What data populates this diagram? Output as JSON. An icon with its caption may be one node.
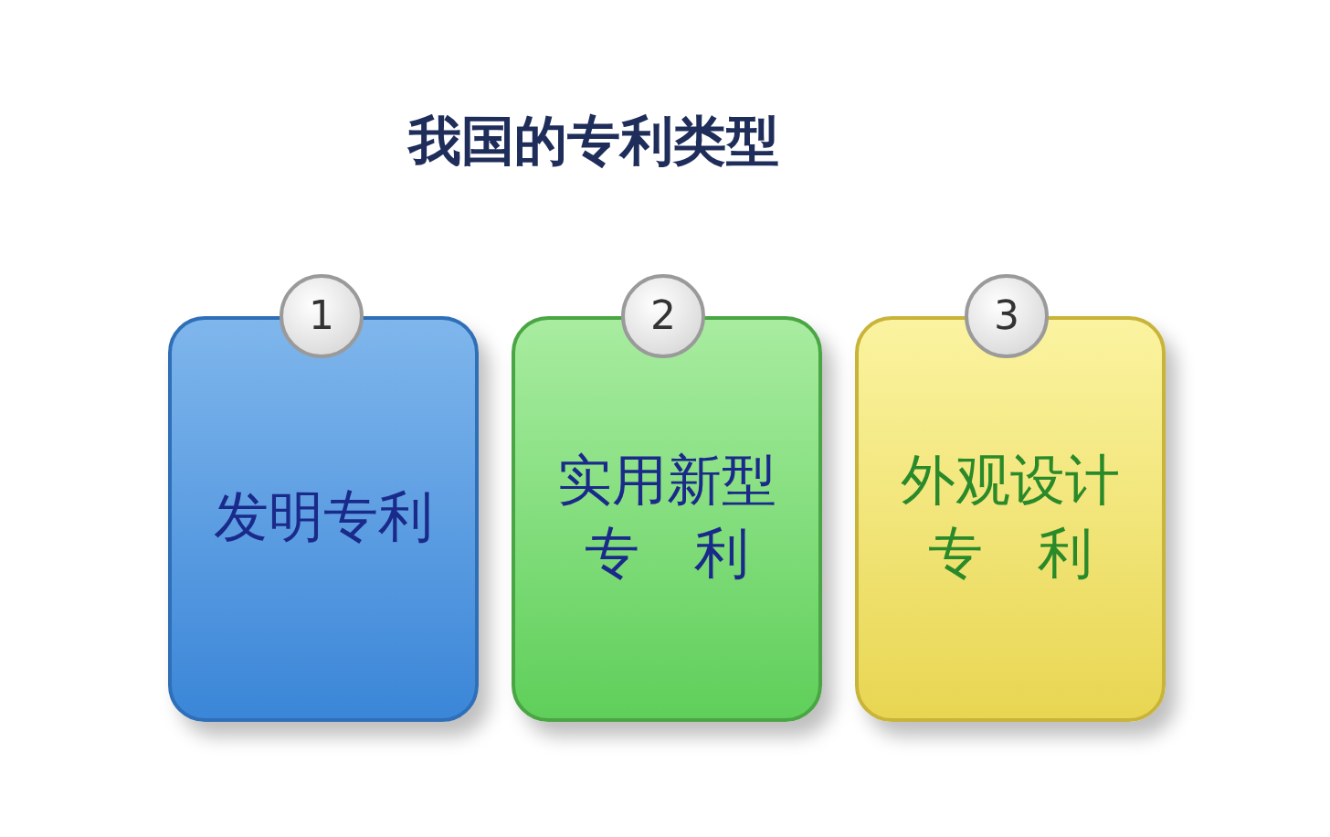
{
  "diagram": {
    "title": "我国的专利类型",
    "nodes": [
      {
        "text": [
          "发明专利"
        ]
      },
      {
        "text": [
          "1"
        ]
      },
      {
        "text": [
          "实用新型专　利"
        ]
      },
      {
        "text": [
          "2"
        ]
      },
      {
        "text": [
          "外观设计专　利"
        ]
      },
      {
        "text": [
          "3"
        ]
      }
    ]
  }
}
